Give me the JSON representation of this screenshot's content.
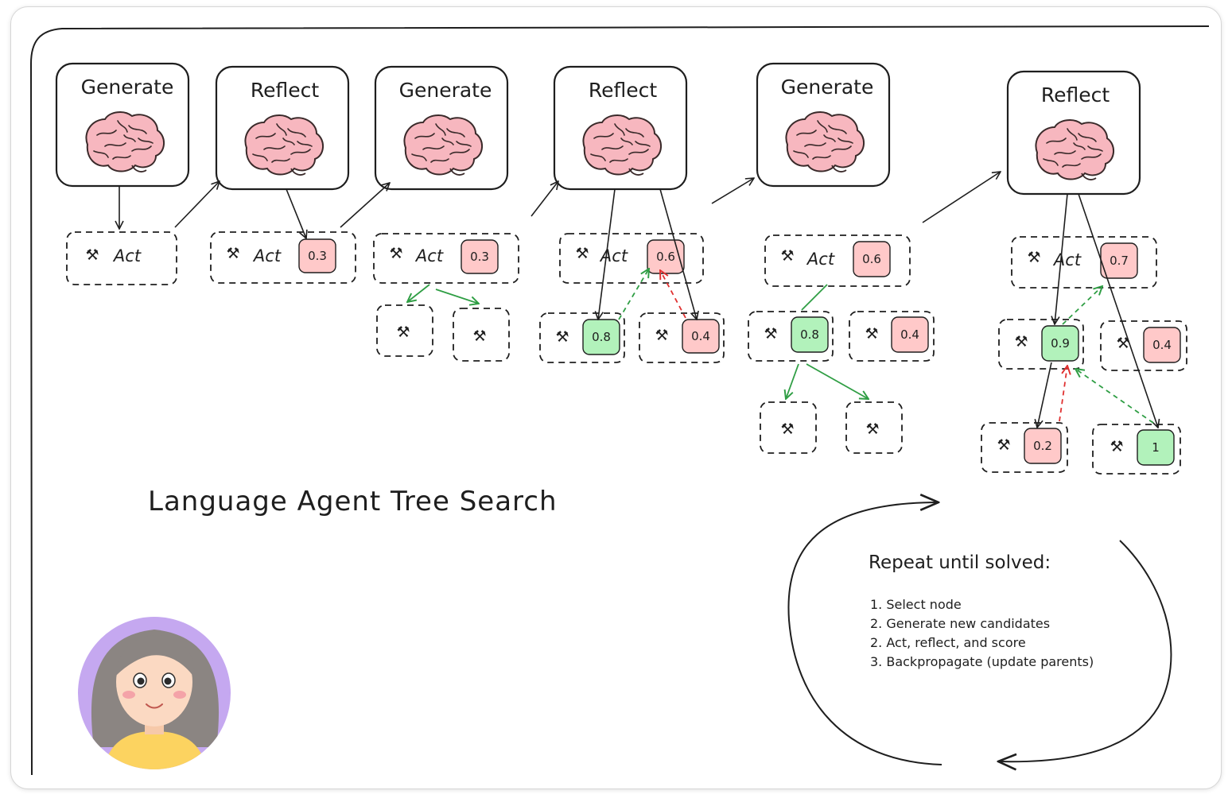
{
  "title": "Language Agent Tree Search",
  "stages": [
    {
      "label": "Generate"
    },
    {
      "label": "Reflect"
    },
    {
      "label": "Generate"
    },
    {
      "label": "Reflect"
    },
    {
      "label": "Generate"
    },
    {
      "label": "Reflect"
    }
  ],
  "act_label": "Act",
  "tool_icon": "hammer-and-wrench-icon",
  "scores": {
    "c2_root": "0.3",
    "c3_root": "0.3",
    "c4_root": "0.6",
    "c4_child_a": "0.8",
    "c4_child_b": "0.4",
    "c5_root": "0.6",
    "c5_child_a": "0.8",
    "c5_child_b": "0.4",
    "c6_root": "0.7",
    "c6_child_a": "0.9",
    "c6_child_b": "0.4",
    "c6_grand_a": "0.2",
    "c6_grand_b": "1"
  },
  "loop": {
    "heading": "Repeat until solved:",
    "steps": [
      "1. Select node",
      "2. Generate new candidates",
      "2. Act, reflect, and score",
      "3. Backpropagate (update parents)"
    ]
  },
  "colors": {
    "score_low": "#ffc9c9",
    "score_high": "#b2f2bb",
    "arrow_select": "#2f9e44",
    "arrow_backprop_bad": "#e03131",
    "brain": "#f7b7bf",
    "avatar_bg": "#c5a8f0"
  }
}
